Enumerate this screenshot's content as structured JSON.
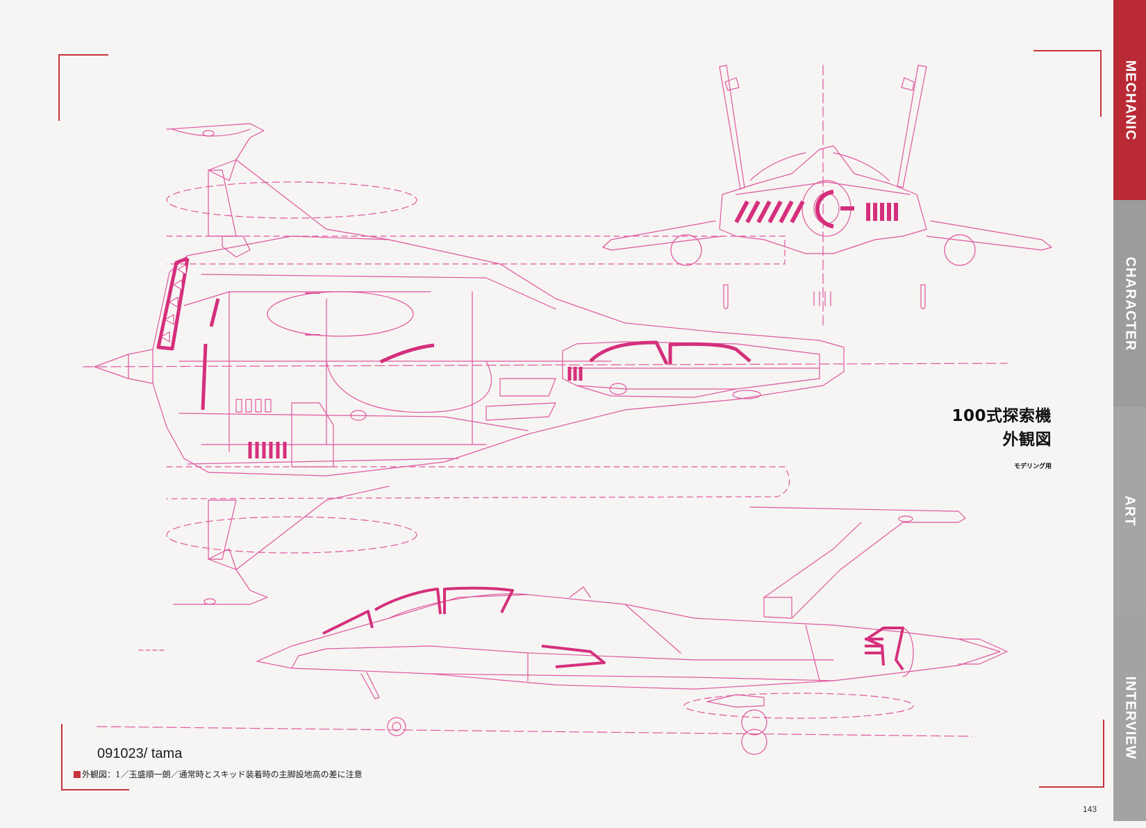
{
  "side_tabs": [
    {
      "label": "MECHANIC",
      "active": true
    },
    {
      "label": "CHARACTER",
      "active": false
    },
    {
      "label": "ART",
      "active": false
    },
    {
      "label": "INTERVIEW",
      "active": false
    }
  ],
  "title": {
    "line1": "100式探索機",
    "line2": "外観図",
    "subtitle": "モデリング用"
  },
  "date_credit": "091023/ tama",
  "caption": "外観図：1／玉盛順一朗／通常時とスキッド装着時の主脚設地高の差に注意",
  "page_number": "143",
  "colors": {
    "line_pink": "#e0559e",
    "accent_magenta": "#d52f7c",
    "active_tab": "#b92a34",
    "inactive_tab": "#9c9c9c",
    "crop_mark": "#c8323c"
  }
}
